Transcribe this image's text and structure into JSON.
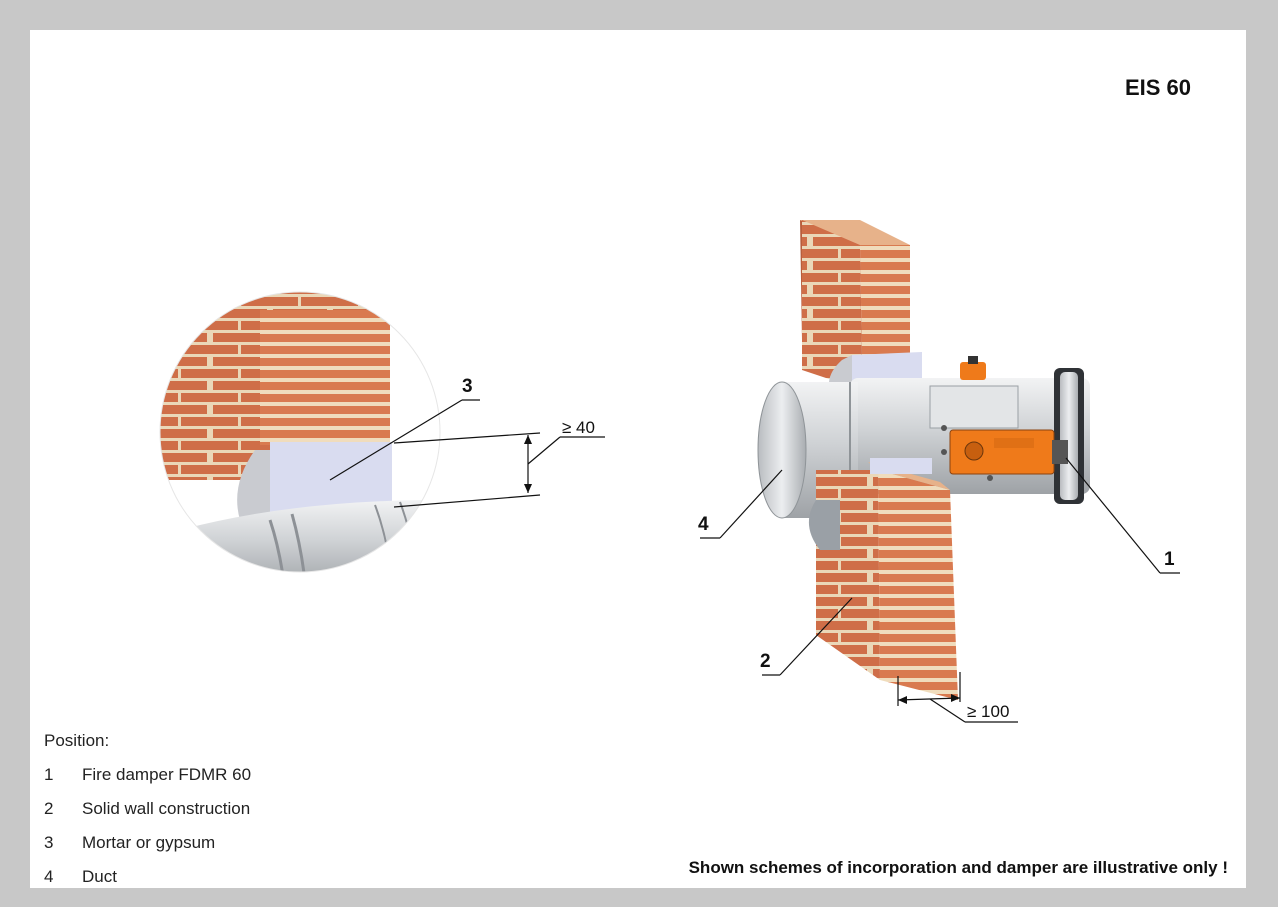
{
  "header": {
    "title": "EIS 60"
  },
  "callouts": {
    "c1": "1",
    "c2": "2",
    "c3": "3",
    "c4": "4"
  },
  "dimensions": {
    "gap_min": "≥ 40",
    "wall_min": "≥ 100"
  },
  "legend": {
    "heading": "Position:",
    "items": [
      {
        "num": "1",
        "label": "Fire damper FDMR 60"
      },
      {
        "num": "2",
        "label": "Solid wall construction"
      },
      {
        "num": "3",
        "label": "Mortar or gypsum"
      },
      {
        "num": "4",
        "label": "Duct"
      }
    ]
  },
  "footer": {
    "note": "Shown schemes of incorporation and damper are illustrative only !"
  },
  "colors": {
    "brick": "#d2714a",
    "mortar_joint": "#ead7b8",
    "gypsum": "#d9dcf0",
    "steel": "#d6d8da",
    "actuator": "#ef7a1a",
    "frame": "#c8c8c8"
  }
}
